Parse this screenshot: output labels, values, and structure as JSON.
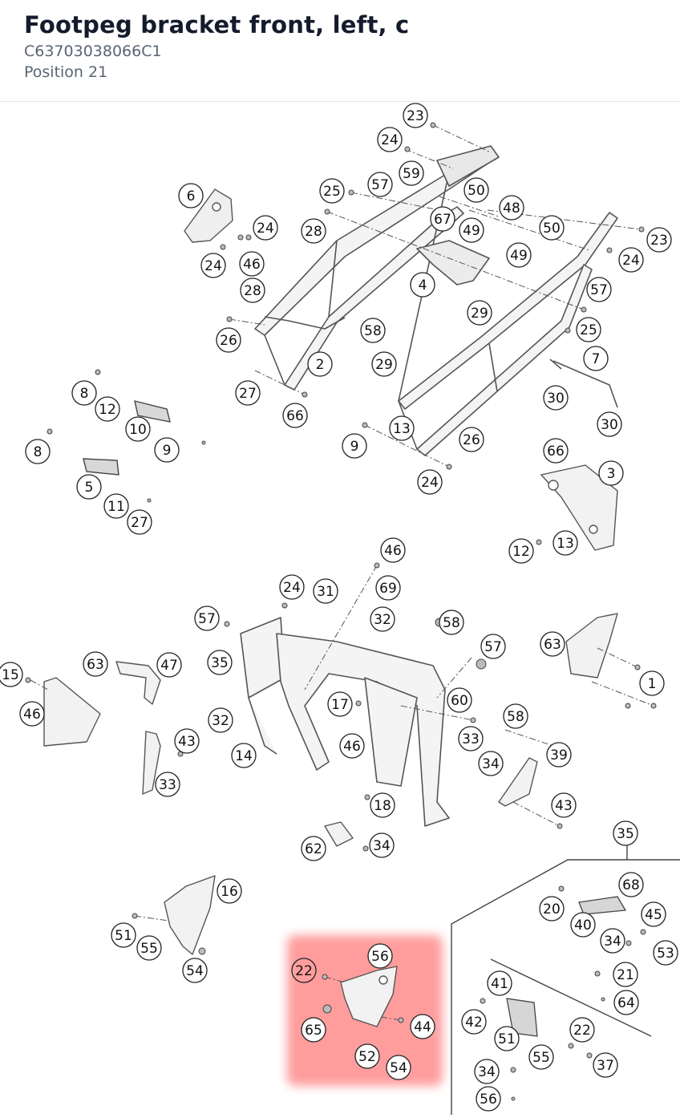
{
  "header": {
    "title": "Footpeg bracket front, left, c",
    "part_number": "C63703038066C1",
    "position": "Position 21"
  },
  "diagram": {
    "highlight_color": "#ff7d7d",
    "highlighted_label": "21",
    "callouts": [
      "23",
      "24",
      "59",
      "6",
      "25",
      "57",
      "50",
      "48",
      "67",
      "24",
      "49",
      "50",
      "23",
      "28",
      "24",
      "49",
      "24",
      "46",
      "28",
      "4",
      "57",
      "58",
      "29",
      "26",
      "25",
      "7",
      "2",
      "29",
      "27",
      "30",
      "66",
      "30",
      "8",
      "12",
      "10",
      "9",
      "8",
      "13",
      "9",
      "26",
      "66",
      "3",
      "5",
      "24",
      "11",
      "27",
      "12",
      "13",
      "46",
      "24",
      "31",
      "69",
      "57",
      "32",
      "58",
      "57",
      "63",
      "63",
      "47",
      "35",
      "15",
      "1",
      "46",
      "60",
      "17",
      "32",
      "58",
      "33",
      "43",
      "39",
      "46",
      "14",
      "33",
      "34",
      "18",
      "43",
      "34",
      "62",
      "35",
      "16",
      "68",
      "20",
      "45",
      "51",
      "55",
      "40",
      "34",
      "53",
      "54",
      "56",
      "22",
      "21",
      "41",
      "64",
      "44",
      "65",
      "42",
      "22",
      "51",
      "55",
      "52",
      "54",
      "37",
      "34",
      "56",
      "64",
      "65"
    ]
  }
}
